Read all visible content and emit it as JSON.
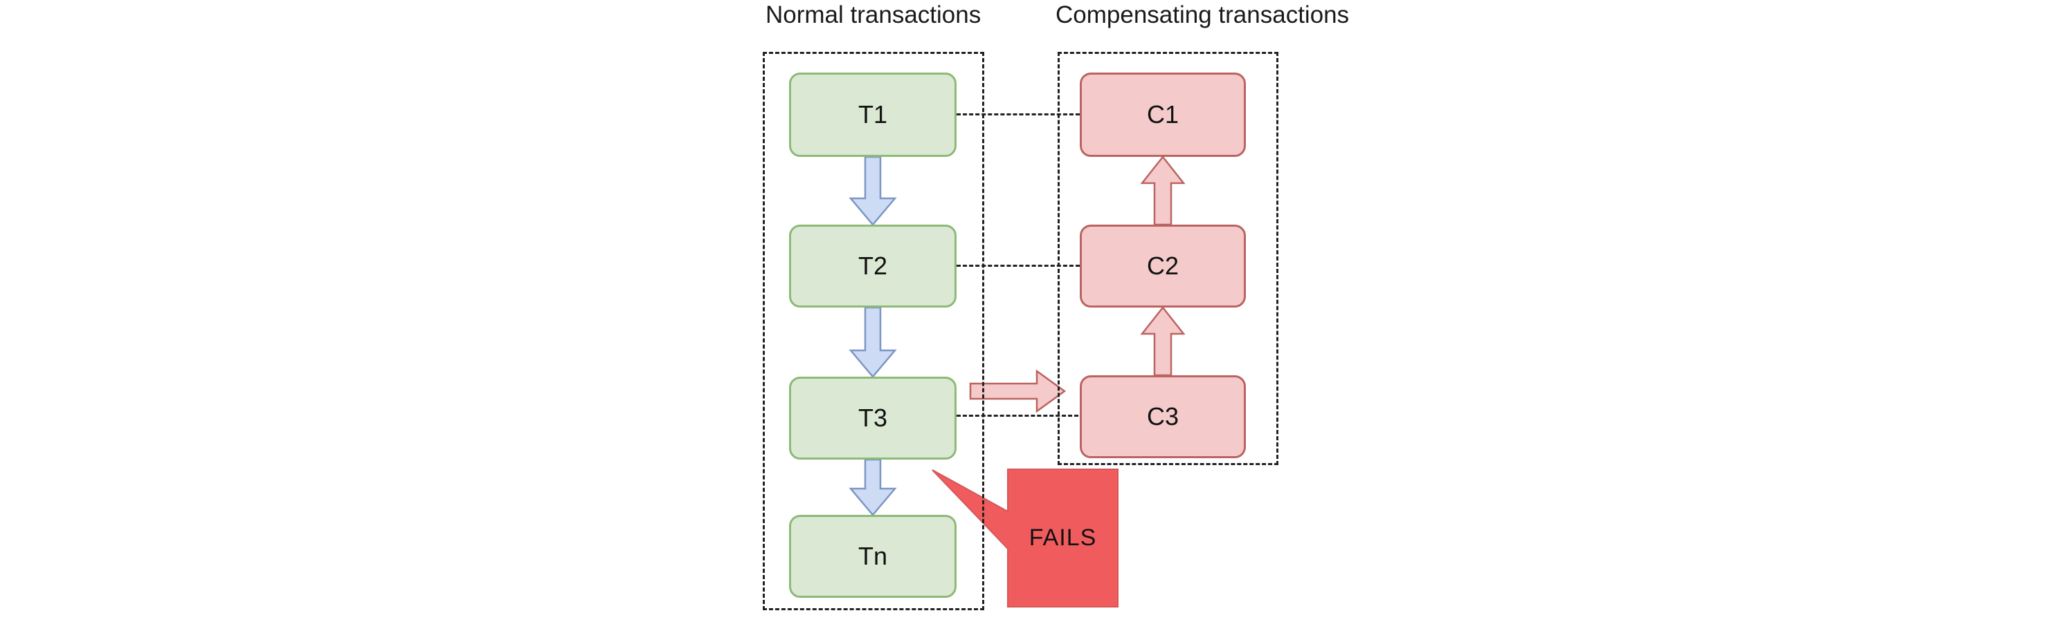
{
  "diagram": {
    "background": "#ffffff",
    "normal": {
      "title": "Normal transactions",
      "boxes": [
        {
          "label": "T1"
        },
        {
          "label": "T2"
        },
        {
          "label": "T3"
        },
        {
          "label": "Tn"
        }
      ],
      "box_fill": "#dbe9d4",
      "box_stroke": "#8cba77",
      "arrow_fill": "#cddcf4",
      "arrow_stroke": "#7b96c5"
    },
    "compensating": {
      "title": "Compensating transactions",
      "boxes": [
        {
          "label": "C1"
        },
        {
          "label": "C2"
        },
        {
          "label": "C3"
        }
      ],
      "box_fill": "#f4cbca",
      "box_stroke": "#bb6361",
      "arrow_fill": "#f4cbca",
      "arrow_stroke": "#bb6361"
    },
    "fails": {
      "label": "FAILS",
      "fill": "#f05c5e",
      "stroke": "#d65658"
    },
    "connector_color": "#222222"
  }
}
